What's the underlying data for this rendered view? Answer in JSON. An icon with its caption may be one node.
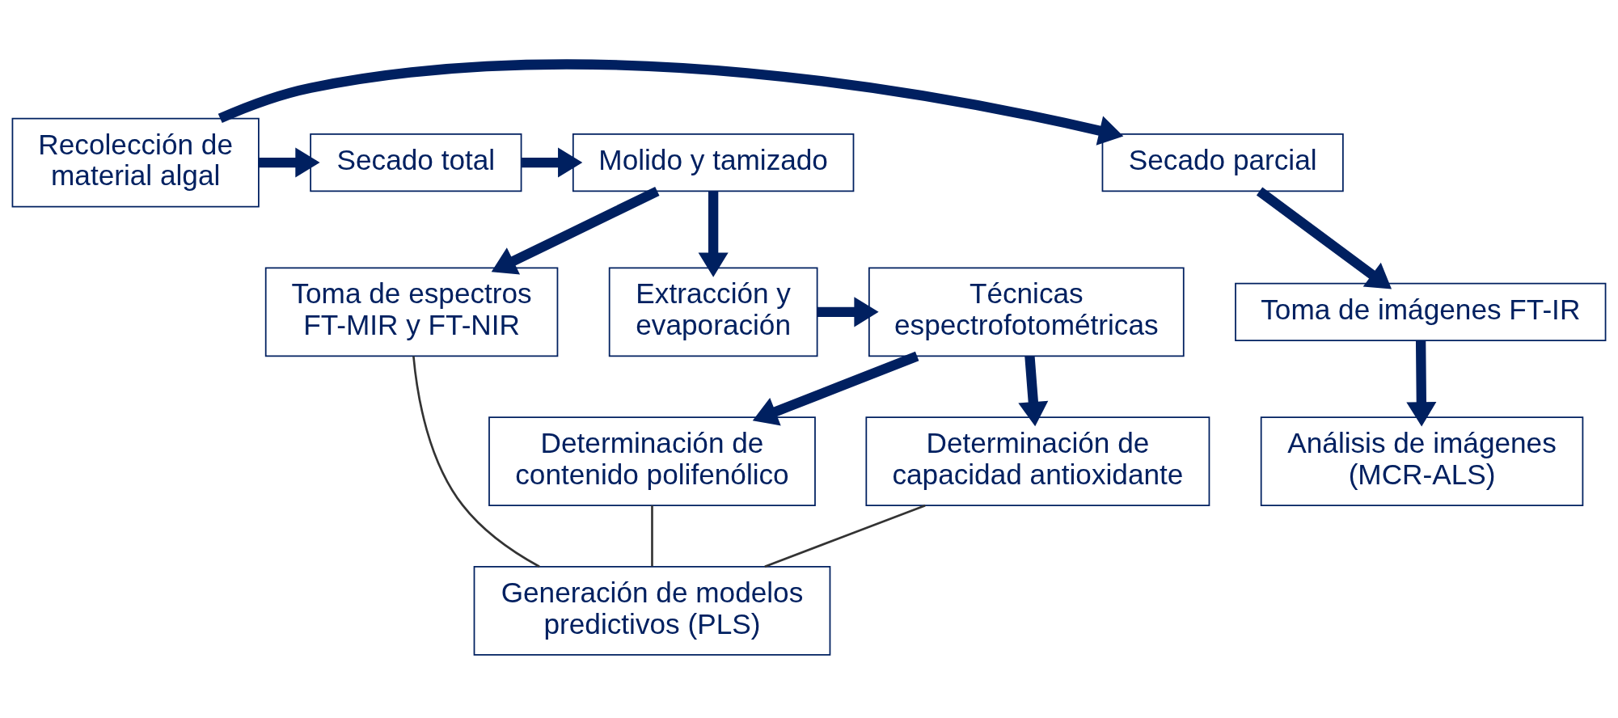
{
  "diagram": {
    "nodes": [
      {
        "text": [
          "Secado parcial"
        ]
      },
      {
        "text": [
          "Recolección de material algal"
        ]
      },
      {
        "text": [
          "Secado total"
        ]
      },
      {
        "text": [
          "Molido y tamizado"
        ]
      },
      {
        "text": [
          "Técnicas espectrofotométricas"
        ]
      },
      {
        "text": [
          "Extracción y evaporación"
        ]
      },
      {
        "text": [
          "Toma de imágenes FT-IR"
        ]
      },
      {
        "text": [
          "Determinación de capacidad antioxidante"
        ]
      },
      {
        "text": [
          "Determinación de contenido polifenólico"
        ]
      },
      {
        "text": [
          "Toma de espectros FT-MIR y FT-NIR"
        ]
      },
      {
        "text": [
          "Análisis de imágenes (MCR-ALS)"
        ]
      },
      {
        "text": [
          "Generación de modelos predictivos (PLS)"
        ]
      }
    ],
    "edges": [
      {
        "from": 1,
        "to": 0,
        "arrow": "to"
      },
      {
        "from": 1,
        "to": 2,
        "arrow": "to"
      },
      {
        "from": 2,
        "to": 3,
        "arrow": "to"
      },
      {
        "from": 3,
        "to": 5,
        "arrow": "to"
      },
      {
        "from": 3,
        "to": 9,
        "arrow": "to"
      },
      {
        "from": 5,
        "to": 4,
        "arrow": "to"
      },
      {
        "from": 4,
        "to": 7,
        "arrow": "to"
      },
      {
        "from": 4,
        "to": 8,
        "arrow": "to"
      },
      {
        "from": 0,
        "to": 6,
        "arrow": "to"
      },
      {
        "from": 6,
        "to": 10,
        "arrow": "to"
      },
      {
        "from": 7,
        "to": 11,
        "arrow": "none",
        "color": "#333333"
      },
      {
        "from": 8,
        "to": 11,
        "arrow": "none",
        "color": "#333333"
      },
      {
        "from": 9,
        "to": 11,
        "arrow": "none",
        "color": "#333333"
      }
    ]
  }
}
